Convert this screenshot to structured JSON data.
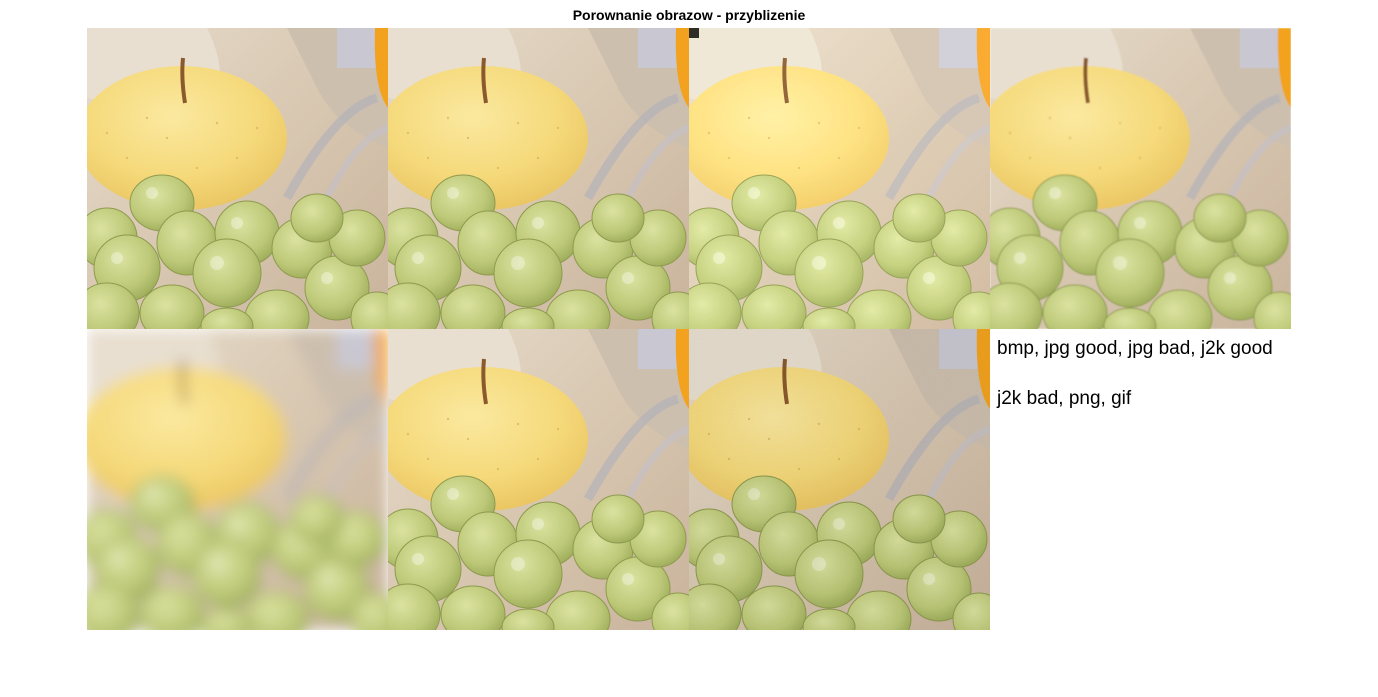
{
  "figure": {
    "title": "Porownanie obrazow - przyblizenie",
    "caption_lines": [
      "bmp, jpg good, jpg bad, j2k good",
      "j2k bad, png, gif"
    ]
  },
  "tiles": [
    {
      "name": "bmp-tile"
    },
    {
      "name": "jpg-good-tile"
    },
    {
      "name": "jpg-bad-tile"
    },
    {
      "name": "j2k-good-tile"
    },
    {
      "name": "j2k-bad-tile"
    },
    {
      "name": "png-tile"
    },
    {
      "name": "gif-tile"
    }
  ],
  "colors": {
    "background": "#ffffff",
    "apple": "#f6dd86",
    "grape": "#bcc97a",
    "cloth": "#d9cbb8"
  }
}
